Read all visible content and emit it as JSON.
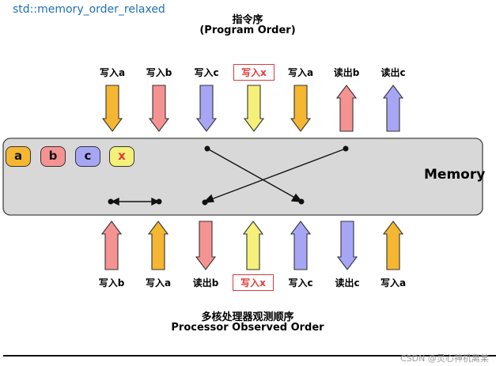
{
  "page_label": "std::memory_order_relaxed",
  "program_order": {
    "title_cn": "指令序",
    "title_en": "(Program Order)"
  },
  "observed_order": {
    "title_cn": "多核处理器观测顺序",
    "title_en": "Processor Observed Order"
  },
  "memory": {
    "label": "Memory",
    "chips": [
      {
        "text": "a",
        "color": "#f5b731"
      },
      {
        "text": "b",
        "color": "#f59393"
      },
      {
        "text": "c",
        "color": "#a7a6f5"
      },
      {
        "text": "x",
        "color": "#f5f07a",
        "text_color": "#e03a3a"
      }
    ]
  },
  "top_ops": [
    {
      "label": "写入a",
      "dir": "down",
      "color": "#f5b731"
    },
    {
      "label": "写入b",
      "dir": "down",
      "color": "#f59393"
    },
    {
      "label": "写入c",
      "dir": "down",
      "color": "#a7a6f5"
    },
    {
      "label": "写入x",
      "dir": "down",
      "color": "#f5f07a",
      "boxed": true
    },
    {
      "label": "写入a",
      "dir": "down",
      "color": "#f5b731"
    },
    {
      "label": "读出b",
      "dir": "up",
      "color": "#f59393"
    },
    {
      "label": "读出c",
      "dir": "up",
      "color": "#a7a6f5"
    }
  ],
  "bottom_ops": [
    {
      "label": "写入b",
      "dir": "up",
      "color": "#f59393"
    },
    {
      "label": "写入a",
      "dir": "up",
      "color": "#f5b731"
    },
    {
      "label": "读出b",
      "dir": "down",
      "color": "#f59393"
    },
    {
      "label": "写入x",
      "dir": "up",
      "color": "#f5f07a",
      "boxed": true
    },
    {
      "label": "写入c",
      "dir": "up",
      "color": "#a7a6f5"
    },
    {
      "label": "读出c",
      "dir": "down",
      "color": "#a7a6f5"
    },
    {
      "label": "写入a",
      "dir": "up",
      "color": "#f5b731"
    }
  ],
  "watermark": "CSDN @灵心神机离某"
}
